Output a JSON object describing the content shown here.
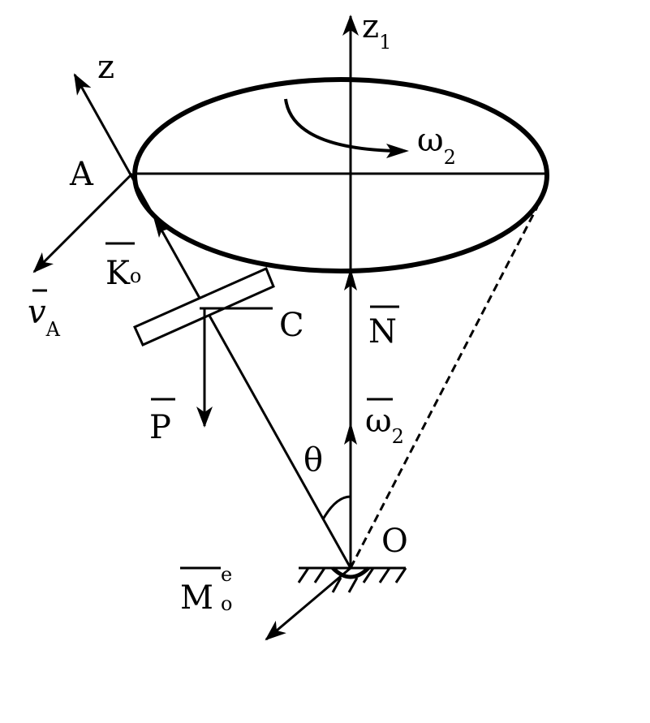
{
  "colors": {
    "ink": "#000000",
    "background": "#ffffff"
  },
  "labels": {
    "z1": {
      "main": "z",
      "sub": "1"
    },
    "z": "z",
    "A": "A",
    "omega2": {
      "main": "ω",
      "sub": "2"
    },
    "K0": {
      "main": "K",
      "sub": "o"
    },
    "vA": {
      "main": "v",
      "sub": "A"
    },
    "C": "C",
    "N": "N",
    "P": "P",
    "omega2_vec": {
      "main": "ω",
      "sub": "2"
    },
    "theta": "θ",
    "O": "O",
    "M0e": {
      "main": "M",
      "sub": "o",
      "sup": "e"
    }
  }
}
